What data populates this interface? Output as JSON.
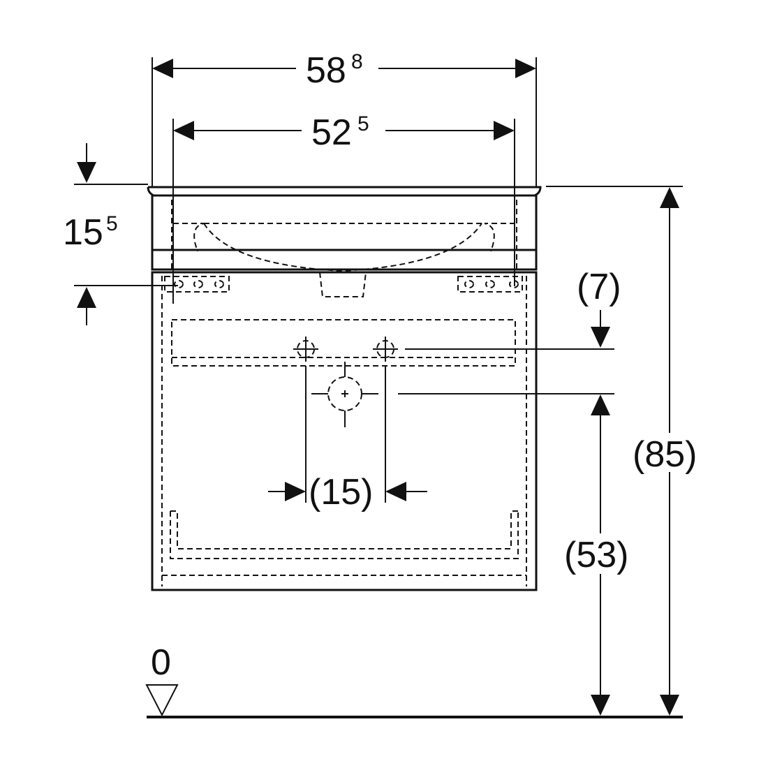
{
  "dimensions": {
    "overall_width": {
      "main": "58",
      "sup": "8"
    },
    "inner_width": {
      "main": "52",
      "sup": "5"
    },
    "top_thickness": {
      "main": "15",
      "sup": "5"
    },
    "tap_offset": "(7)",
    "hole_spacing": "(15)",
    "overall_height": "(85)",
    "drain_height": "(53)",
    "floor_level": "0"
  }
}
